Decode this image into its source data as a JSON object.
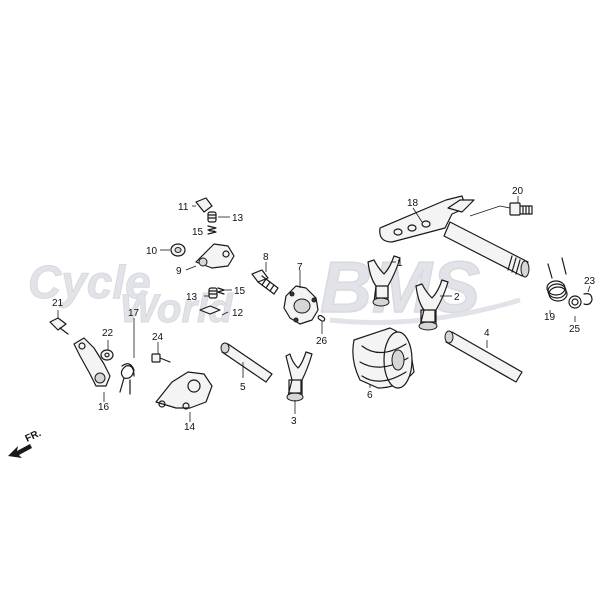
{
  "watermark": {
    "brand_left_line1": "Cycle",
    "brand_left_line2": "World",
    "brand_right": "BMS"
  },
  "front_indicator": "FR.",
  "callouts": [
    "1",
    "2",
    "3",
    "4",
    "5",
    "6",
    "7",
    "8",
    "9",
    "10",
    "11",
    "12",
    "13",
    "13",
    "14",
    "15",
    "15",
    "16",
    "17",
    "18",
    "19",
    "20",
    "21",
    "22",
    "23",
    "24",
    "25",
    "26"
  ],
  "colors": {
    "line": "#1a1a1a",
    "watermark": "#c9cdd6",
    "background": "#ffffff"
  }
}
